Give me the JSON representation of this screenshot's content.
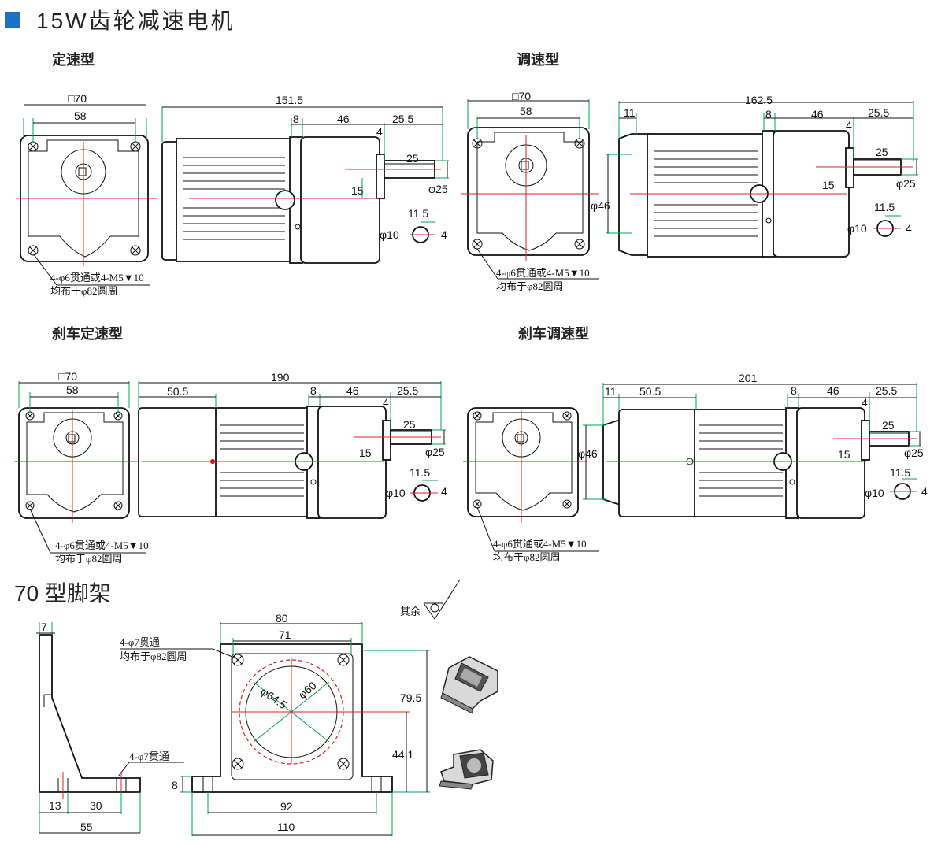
{
  "header": {
    "title": "15W齿轮减速电机"
  },
  "sections": {
    "fixed_speed": "定速型",
    "variable_speed": "调速型",
    "brake_fixed": "刹车定速型",
    "brake_variable": "刹车调速型"
  },
  "bracket": {
    "title": "70 型脚架",
    "roughness_label": "其余"
  },
  "dims": {
    "sq70": "□70",
    "d58": "58",
    "d151_5": "151.5",
    "d162_5": "162.5",
    "d190": "190",
    "d201": "201",
    "d8": "8",
    "d46": "46",
    "d25_5": "25.5",
    "d4": "4",
    "d25": "25",
    "d15": "15",
    "phi25": "φ25",
    "d11_5": "11.5",
    "phi10": "φ10",
    "d11": "11",
    "phi46": "φ46",
    "d50_5": "50.5",
    "hole_note_1": "4-φ6贯通或4-M5▼10",
    "hole_note_2": "均布于φ82圆周",
    "b7": "7",
    "b13": "13",
    "b30": "30",
    "b55": "55",
    "b8": "8",
    "b80": "80",
    "b71": "71",
    "b79_5": "79.5",
    "b44_1": "44.1",
    "b92": "92",
    "b110": "110",
    "phi64_5": "φ64.5",
    "phi60": "φ60",
    "bracket_hole_note_1": "4-φ7贯通",
    "bracket_hole_note_2": "均布于φ82圆周",
    "bracket_side_note": "4-φ7贯通"
  }
}
